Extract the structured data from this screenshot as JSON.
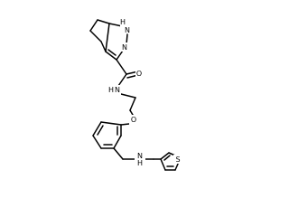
{
  "molecule": {
    "atom_labels": {
      "nh_ring": "H",
      "nh_ring_n": "N",
      "n_ring": "N",
      "o_carbonyl": "O",
      "nh_amide": "H",
      "nh_amide_n": "N",
      "o_ether": "O",
      "nh_amine": "H",
      "nh_amine_n": "N",
      "s_thiophene": "S"
    }
  }
}
